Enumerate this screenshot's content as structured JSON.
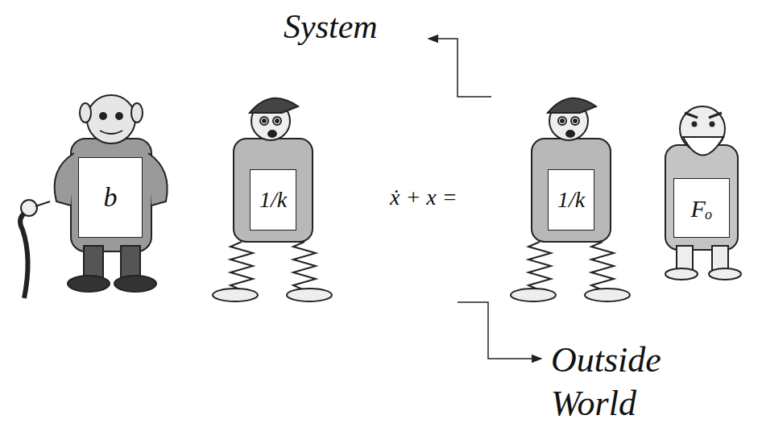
{
  "diagram": {
    "nodes": [
      {
        "text": [
          "b"
        ]
      },
      {
        "text": [
          "1/k"
        ]
      },
      {
        "text": [
          "1/k"
        ]
      },
      {
        "text": [
          "Fₒ"
        ]
      }
    ],
    "labels": [
      "System",
      "ẋ + x =",
      "Outside World"
    ]
  }
}
